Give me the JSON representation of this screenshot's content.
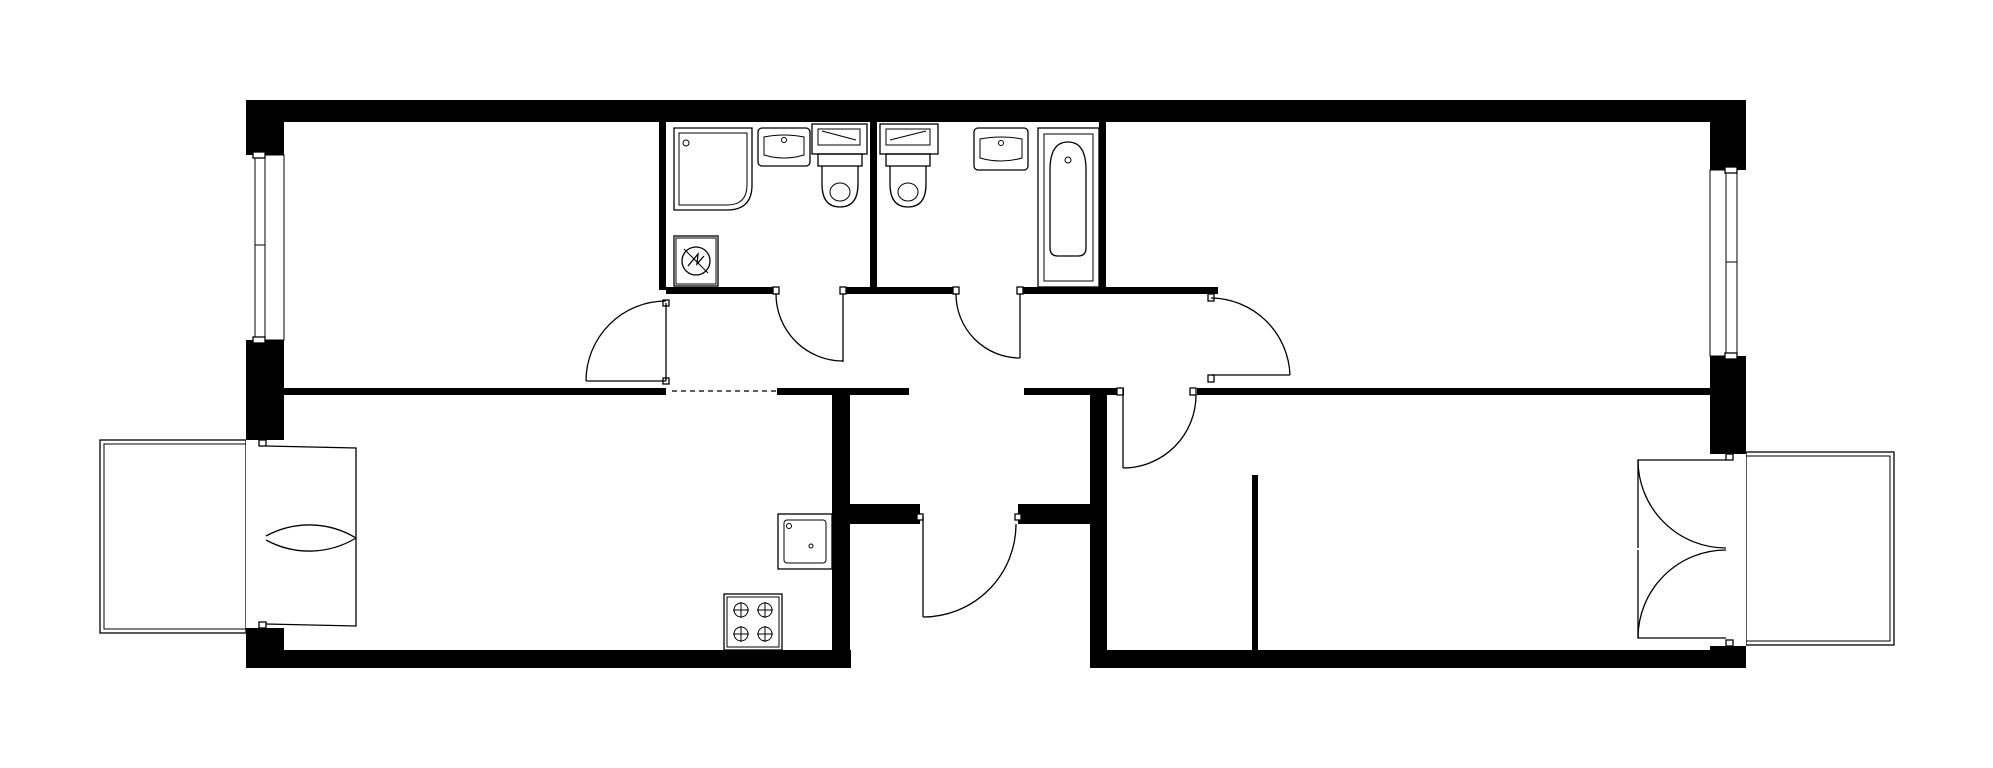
{
  "plan": {
    "rooms": [
      {
        "id": "room-top-left"
      },
      {
        "id": "bathroom-shower"
      },
      {
        "id": "toilet-left"
      },
      {
        "id": "toilet-right"
      },
      {
        "id": "bathroom-tub"
      },
      {
        "id": "room-top-right"
      },
      {
        "id": "kitchen-living"
      },
      {
        "id": "hallway"
      },
      {
        "id": "room-bottom-right"
      },
      {
        "id": "balcony-left"
      },
      {
        "id": "balcony-right"
      }
    ],
    "fixtures": [
      "shower-tray",
      "washbasin",
      "toilet",
      "bathtub",
      "washing-machine",
      "kitchen-sink",
      "cooktop"
    ],
    "colors": {
      "wall": "#000000",
      "background": "#ffffff"
    }
  }
}
